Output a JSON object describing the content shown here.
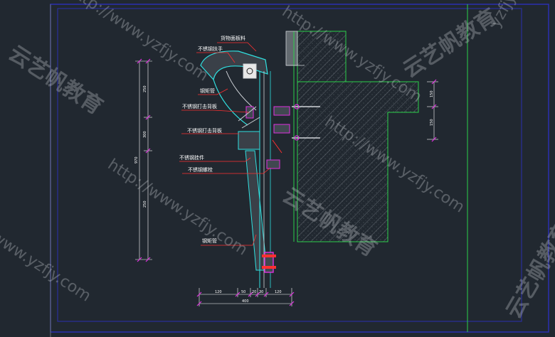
{
  "annotations": {
    "a1": "货物面板料",
    "a2": "不锈钢扶手",
    "a3": "钢矩管",
    "a4": "不锈钢打击背板",
    "a5": "不锈钢打击背板",
    "a6": "不锈钢挂件",
    "a7": "不锈钢螺栓",
    "a8": "钢矩管"
  },
  "dimensions_left": {
    "d1": "250",
    "d2": "300",
    "d3": "970",
    "d4": "250"
  },
  "dimensions_right": {
    "r1": "150",
    "r2": "150"
  },
  "dimensions_bottom": {
    "b1": "120",
    "b2": "50",
    "b3": "20",
    "b4": "30",
    "b5": "120",
    "total": "400"
  },
  "watermarks": {
    "url": "http://www.yzfjy.com",
    "brand": "云艺帆教育",
    "url_short": "yzfjy.com"
  },
  "colors": {
    "background": "#212830",
    "frame_blue": "#2b2fb0",
    "frame_green": "#2bd04a",
    "magenta": "#e030e0",
    "red": "#ff3030",
    "cyan": "#30e0e0"
  }
}
